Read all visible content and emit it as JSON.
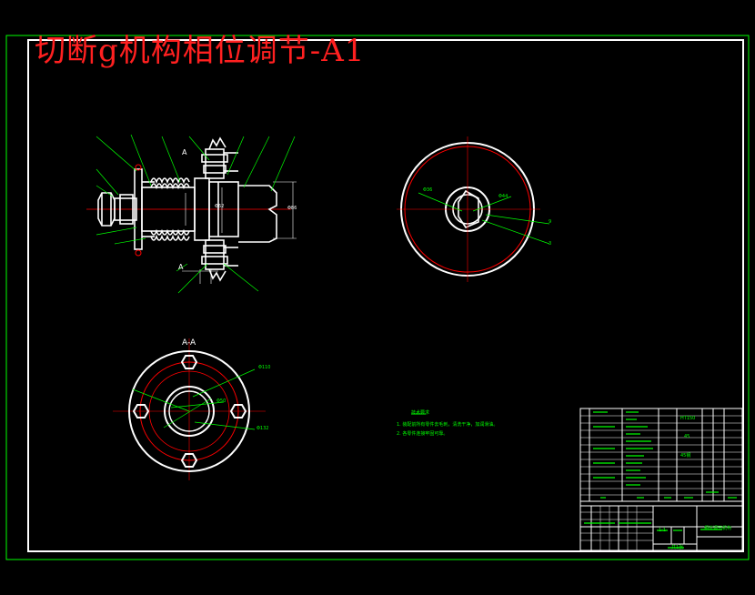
{
  "drawing": {
    "title": "切断g机构相位调节-A1",
    "section_label": "A-A",
    "view_marker": "A",
    "dims": {
      "front_left": "Φ36",
      "front_right": "Φ44",
      "sec_top": "Φ110",
      "sec_mid": "Φ50",
      "sec_bot": "Φ132",
      "side_small": "Φ62",
      "side_big": "Φ86"
    },
    "callouts": [
      "9",
      "3"
    ],
    "tech_title": "技术要求",
    "tech_notes": [
      "1. 装配前所有零件去毛刺，清洗干净，加润滑油。",
      "2. 各零件连接牢固可靠。"
    ],
    "table": {
      "material": "HT150",
      "qty_a": "45",
      "qty_b": "45钢",
      "footer_name": "相位调节机构",
      "scale": "1:1",
      "sheet": "共1张"
    }
  },
  "colors": {
    "background": "#000000",
    "border_outer": "#00ff00",
    "border_inner": "#ffffff",
    "geometry": "#ffffff",
    "centerline": "#ff0000",
    "leader": "#00ff00",
    "title": "#ff2020"
  }
}
